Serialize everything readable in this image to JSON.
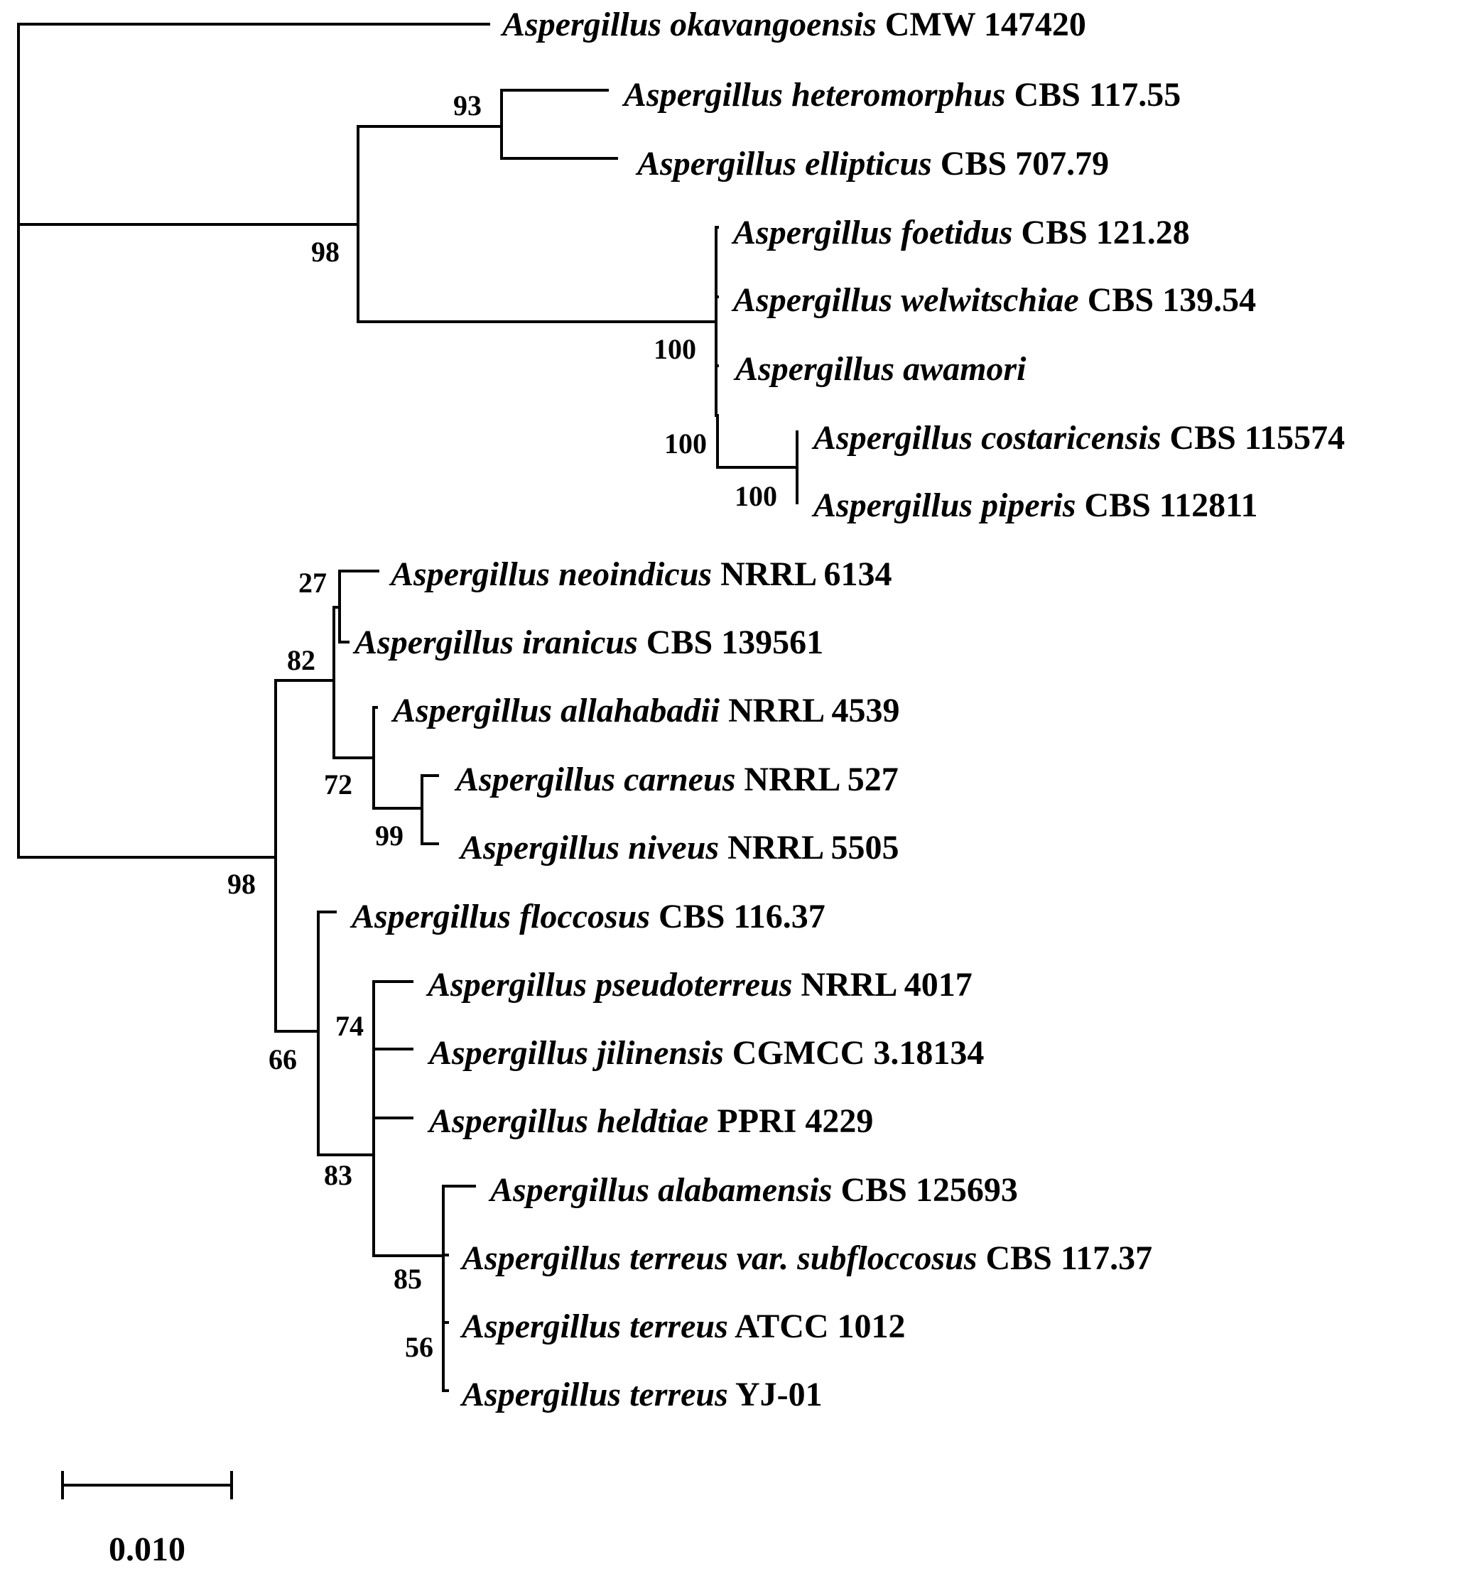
{
  "tree": {
    "taxa": [
      {
        "id": "okavangoensis",
        "species": "Aspergillus okavangoensis",
        "strain": "CMW 147420"
      },
      {
        "id": "heteromorphus",
        "species": "Aspergillus heteromorphus",
        "strain": "CBS 117.55"
      },
      {
        "id": "ellipticus",
        "species": "Aspergillus ellipticus",
        "strain": "CBS 707.79"
      },
      {
        "id": "foetidus",
        "species": "Aspergillus foetidus",
        "strain": "CBS 121.28"
      },
      {
        "id": "welwitschiae",
        "species": "Aspergillus welwitschiae",
        "strain": "CBS 139.54"
      },
      {
        "id": "awamori",
        "species": "Aspergillus awamori",
        "strain": ""
      },
      {
        "id": "costaricensis",
        "species": "Aspergillus costaricensis",
        "strain": "CBS 115574"
      },
      {
        "id": "piperis",
        "species": "Aspergillus piperis",
        "strain": "CBS 112811"
      },
      {
        "id": "neoindicus",
        "species": "Aspergillus neoindicus",
        "strain": "NRRL 6134"
      },
      {
        "id": "iranicus",
        "species": "Aspergillus iranicus",
        "strain": "CBS 139561"
      },
      {
        "id": "allahabadii",
        "species": "Aspergillus allahabadii",
        "strain": "NRRL 4539"
      },
      {
        "id": "carneus",
        "species": "Aspergillus carneus",
        "strain": "NRRL 527"
      },
      {
        "id": "niveus",
        "species": "Aspergillus niveus",
        "strain": "NRRL 5505"
      },
      {
        "id": "floccosus",
        "species": "Aspergillus floccosus",
        "strain": "CBS 116.37"
      },
      {
        "id": "pseudoterreus",
        "species": "Aspergillus pseudoterreus",
        "strain": "NRRL 4017"
      },
      {
        "id": "jilinensis",
        "species": "Aspergillus jilinensis",
        "strain": "CGMCC 3.18134"
      },
      {
        "id": "heldtiae",
        "species": "Aspergillus heldtiae",
        "strain": "PPRI 4229"
      },
      {
        "id": "alabamensis",
        "species": "Aspergillus alabamensis",
        "strain": "CBS 125693"
      },
      {
        "id": "subfloccosus",
        "species": "Aspergillus terreus var. subfloccosus",
        "strain": "CBS 117.37"
      },
      {
        "id": "terreus-atcc",
        "species": "Aspergillus terreus",
        "strain": "ATCC 1012"
      },
      {
        "id": "terreus-yj",
        "species": "Aspergillus terreus",
        "strain": "YJ-01"
      }
    ],
    "bootstrap": [
      {
        "node": "heteromorphus-ellipticus",
        "value": "93"
      },
      {
        "node": "niger-clade",
        "value": "98"
      },
      {
        "node": "niger-core",
        "value": "100"
      },
      {
        "node": "costaricensis-group",
        "value": "100"
      },
      {
        "node": "costaricensis-piperis",
        "value": "100"
      },
      {
        "node": "neoindicus-iranicus",
        "value": "27"
      },
      {
        "node": "carneus-section",
        "value": "82"
      },
      {
        "node": "allahabadii-group",
        "value": "72"
      },
      {
        "node": "carneus-niveus",
        "value": "99"
      },
      {
        "node": "terreus-carneus",
        "value": "98"
      },
      {
        "node": "terreus-section",
        "value": "66"
      },
      {
        "node": "pseudoterreus-group",
        "value": "74"
      },
      {
        "node": "terreus-core",
        "value": "83"
      },
      {
        "node": "alabamensis-group",
        "value": "85"
      },
      {
        "node": "terreus-atcc-yj",
        "value": "56"
      }
    ],
    "scale_bar": {
      "value": 0.01,
      "label": "0.010"
    }
  }
}
